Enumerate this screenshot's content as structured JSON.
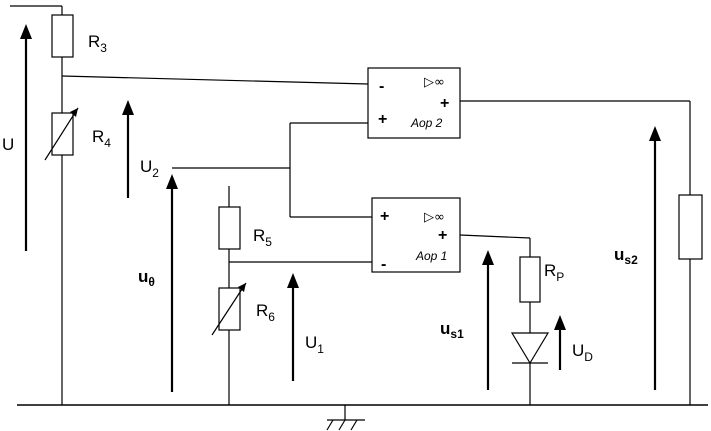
{
  "labels": {
    "U": "U",
    "R3": {
      "main": "R",
      "sub": "3"
    },
    "R4": {
      "main": "R",
      "sub": "4"
    },
    "R5": {
      "main": "R",
      "sub": "5"
    },
    "R6": {
      "main": "R",
      "sub": "6"
    },
    "RP": {
      "main": "R",
      "sub": "P"
    },
    "U2": {
      "main": "U",
      "sub": "2"
    },
    "U1": {
      "main": "U",
      "sub": "1"
    },
    "UD": {
      "main": "U",
      "sub": "D"
    },
    "u_theta": {
      "main": "u",
      "sub": "θ"
    },
    "us1": {
      "main": "u",
      "sub": "s1"
    },
    "us2": {
      "main": "u",
      "sub": "s2"
    }
  },
  "opamps": {
    "aop2": {
      "name": "Aop 2",
      "minus": "-",
      "plus_in": "+",
      "plus_out": "+",
      "symbol": "▷∞"
    },
    "aop1": {
      "name": "Aop 1",
      "minus": "-",
      "plus_in": "+",
      "plus_out": "+",
      "symbol": "▷∞"
    }
  }
}
